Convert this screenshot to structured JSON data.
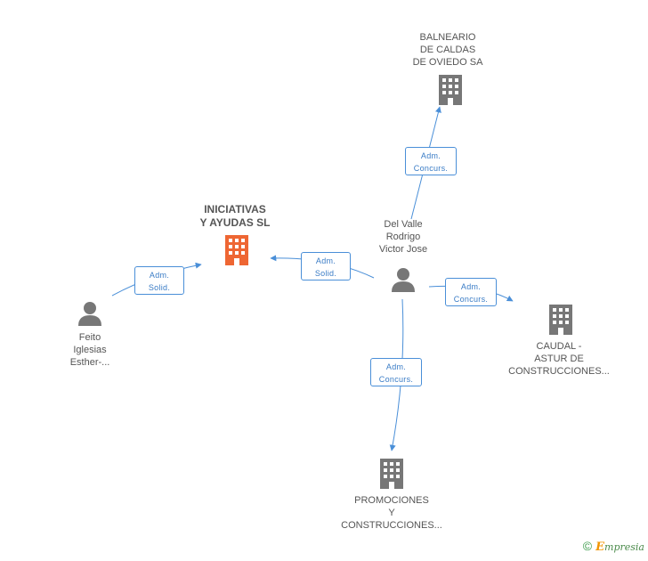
{
  "nodes": {
    "balneario": {
      "lines": [
        "BALNEARIO",
        "DE CALDAS",
        "DE OVIEDO SA"
      ],
      "icon": "building-icon",
      "color": "#777777"
    },
    "iniciativas": {
      "lines": [
        "INICIATIVAS",
        "Y AYUDAS SL"
      ],
      "icon": "building-icon",
      "color": "#ee6633"
    },
    "delvalle": {
      "lines": [
        "Del Valle",
        "Rodrigo",
        "Victor Jose"
      ],
      "icon": "person-icon",
      "color": "#777777"
    },
    "feito": {
      "lines": [
        "Feito",
        "Iglesias",
        "Esther-..."
      ],
      "icon": "person-icon",
      "color": "#777777"
    },
    "caudal": {
      "lines": [
        "CAUDAL -",
        "ASTUR DE",
        "CONSTRUCCIONES..."
      ],
      "icon": "building-icon",
      "color": "#777777"
    },
    "promociones": {
      "lines": [
        "PROMOCIONES",
        "Y",
        "CONSTRUCCIONES..."
      ],
      "icon": "building-icon",
      "color": "#777777"
    }
  },
  "edges": {
    "e_balneario": {
      "line1": "Adm.",
      "line2": "Concurs."
    },
    "e_iniciativas_dv": {
      "line1": "Adm.",
      "line2": "Solid."
    },
    "e_iniciativas_feito": {
      "line1": "Adm.",
      "line2": "Solid."
    },
    "e_caudal": {
      "line1": "Adm.",
      "line2": "Concurs."
    },
    "e_promociones": {
      "line1": "Adm.",
      "line2": "Concurs."
    }
  },
  "footer": {
    "copyright": "©",
    "brand_initial": "E",
    "brand_rest": "mpresia"
  },
  "colors": {
    "edge": "#4a8fd8",
    "node_gray": "#777777",
    "node_highlight": "#ee6633"
  }
}
